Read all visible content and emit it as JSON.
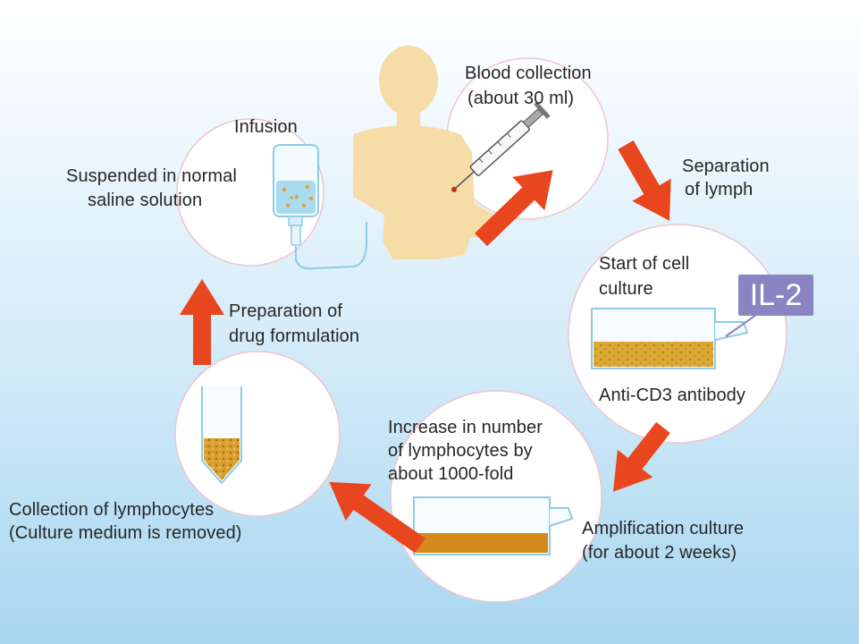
{
  "labels": {
    "infusion": "Infusion",
    "suspended": [
      "Suspended in normal",
      "saline solution"
    ],
    "blood_collection": [
      "Blood collection",
      "(about 30 ml)"
    ],
    "separation": [
      "Separation",
      "of lymph"
    ],
    "start_culture": [
      "Start of cell",
      "culture"
    ],
    "anti_cd3": "Anti-CD3 antibody",
    "preparation": [
      "Preparation of",
      "drug formulation"
    ],
    "increase": [
      "Increase in number",
      "of lymphocytes by",
      "about 1000-fold"
    ],
    "amplification": [
      "Amplification culture",
      "(for about 2 weeks)"
    ],
    "collection": [
      "Collection of lymphocytes",
      "(Culture medium is removed)"
    ]
  },
  "badge": "IL-2",
  "colors": {
    "arrow": "#e8461e",
    "person": "#f6dca6",
    "culture": "#d9a330",
    "circle_stroke": "#ecc5cf",
    "badge": "#8b84c2"
  }
}
